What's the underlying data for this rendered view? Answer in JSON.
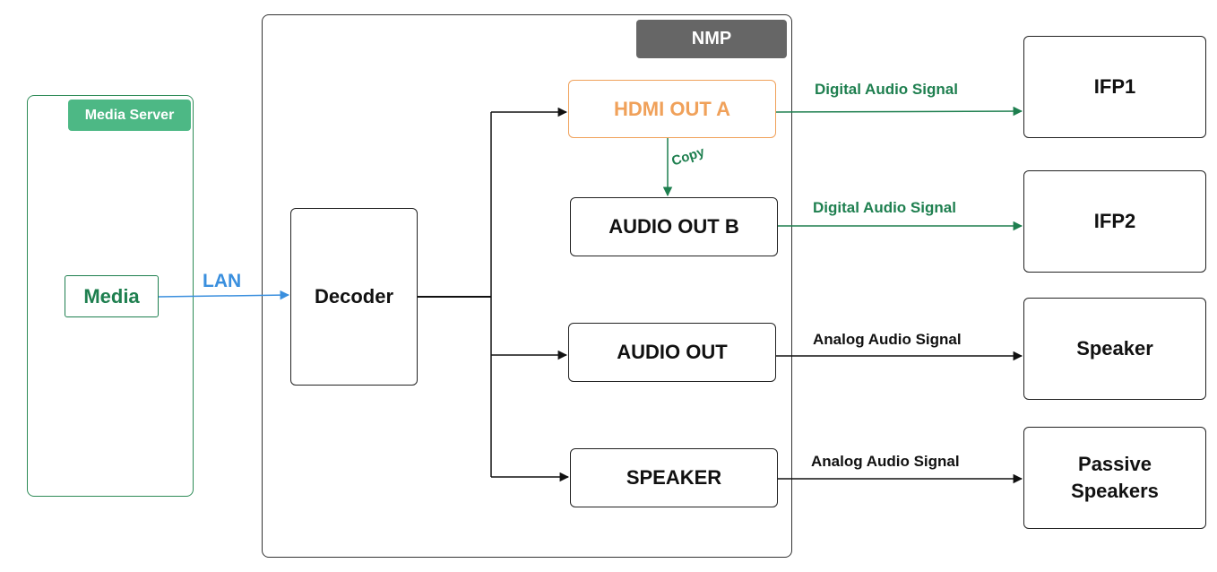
{
  "media_server": {
    "title": "Media Server",
    "media": "Media"
  },
  "lan": "LAN",
  "nmp": {
    "title": "NMP",
    "decoder": "Decoder",
    "outputs": {
      "hdmi_out_a": "HDMI OUT A",
      "audio_out_b": "AUDIO OUT B",
      "audio_out": "AUDIO OUT",
      "speaker": "SPEAKER"
    },
    "copy": "Copy"
  },
  "signals": {
    "digital_1": "Digital Audio Signal",
    "digital_2": "Digital Audio Signal",
    "analog_1": "Analog Audio Signal",
    "analog_2": "Analog Audio Signal"
  },
  "devices": {
    "ifp1": "IFP1",
    "ifp2": "IFP2",
    "speaker": "Speaker",
    "passive_speakers": "Passive Speakers"
  },
  "colors": {
    "green": "#1e7f4f",
    "green_light": "#4db885",
    "orange": "#f0a15a",
    "blue": "#3a8fde",
    "grey_header": "#666666",
    "black": "#111111"
  }
}
